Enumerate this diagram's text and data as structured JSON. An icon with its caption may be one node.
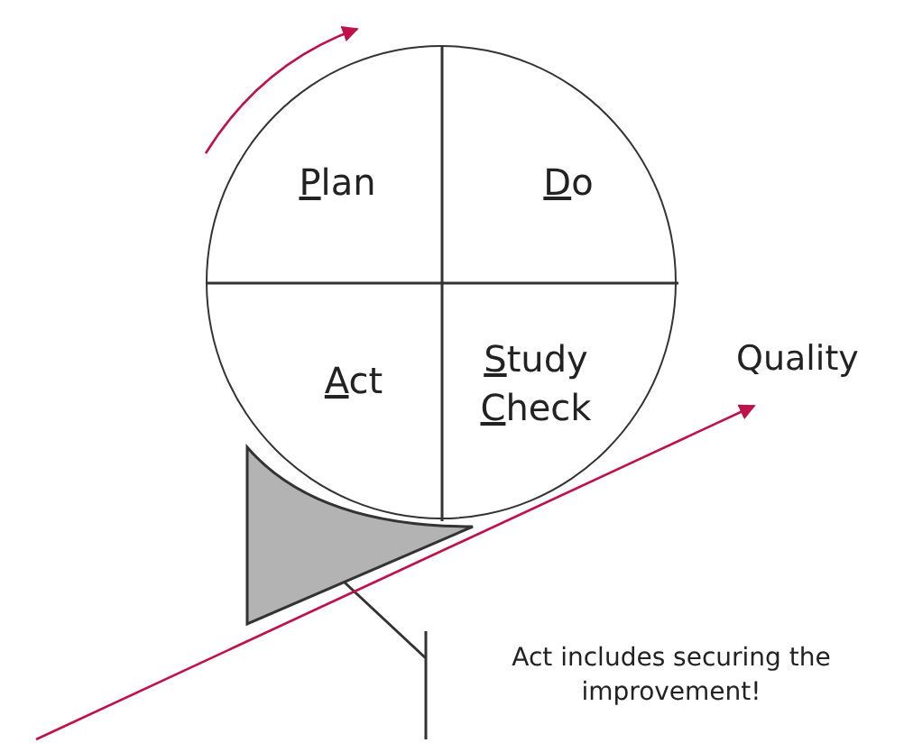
{
  "diagram": {
    "nodes": [
      {
        "text": [],
        "shape": "circle"
      },
      {
        "text": [
          "Plan"
        ],
        "in": 0
      },
      {
        "text": [
          "Do"
        ],
        "in": 0
      },
      {
        "text": [
          "Act"
        ],
        "in": 0
      },
      {
        "text": [
          "Study",
          "Check"
        ],
        "in": 0
      },
      {
        "text": [],
        "shape": "triangle"
      },
      {
        "text": [
          "Act includes securing the improvement!"
        ]
      }
    ],
    "edges": [
      {
        "from": 6,
        "to": 5,
        "arrow": "none"
      }
    ],
    "labels": [
      "Quality"
    ]
  }
}
